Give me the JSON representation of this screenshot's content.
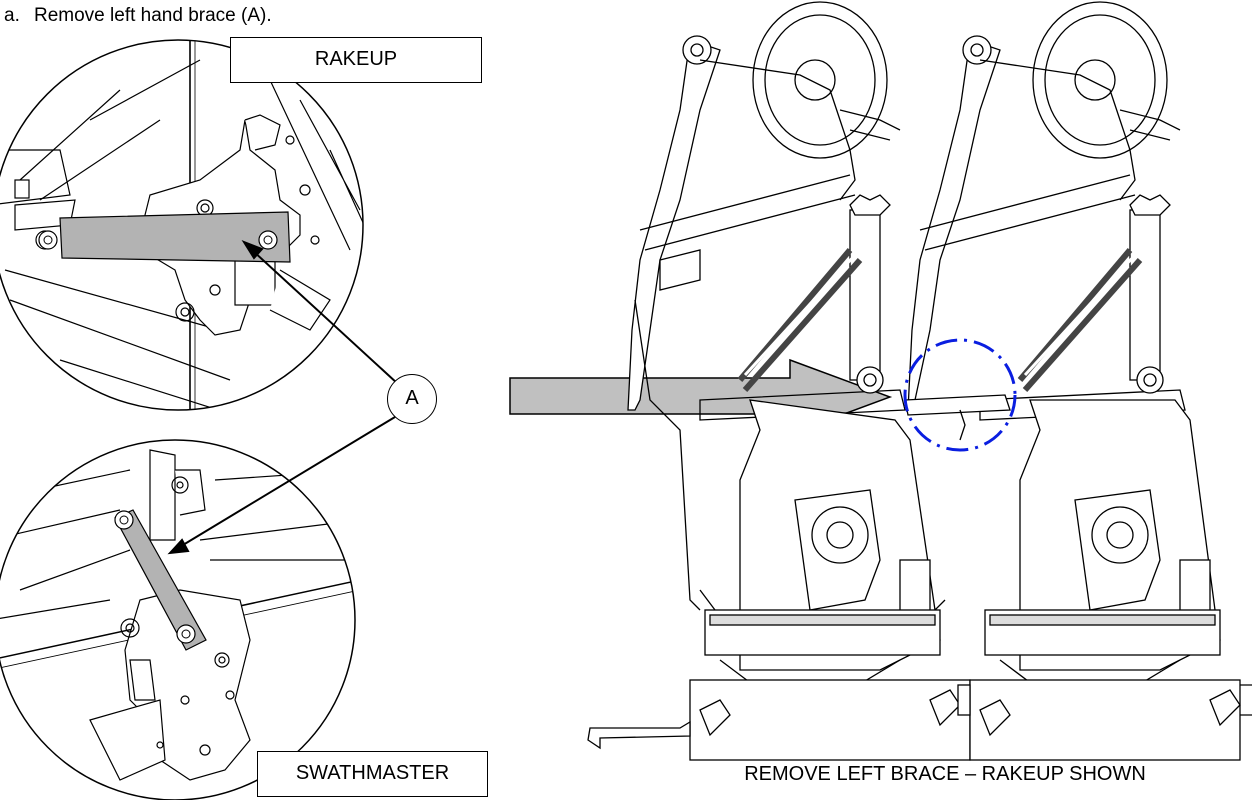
{
  "instruction": {
    "marker": "a.",
    "text": "Remove left hand brace (A)."
  },
  "callout": {
    "letter": "A"
  },
  "labels": {
    "rakeup": "RAKEUP",
    "swathmaster": "SWATHMASTER"
  },
  "caption": "REMOVE LEFT BRACE – RAKEUP SHOWN",
  "colors": {
    "brace_fill": "#b3b3b3",
    "arrow_fill": "#c0c0c0",
    "highlight_circle": "#0a1ee0"
  }
}
